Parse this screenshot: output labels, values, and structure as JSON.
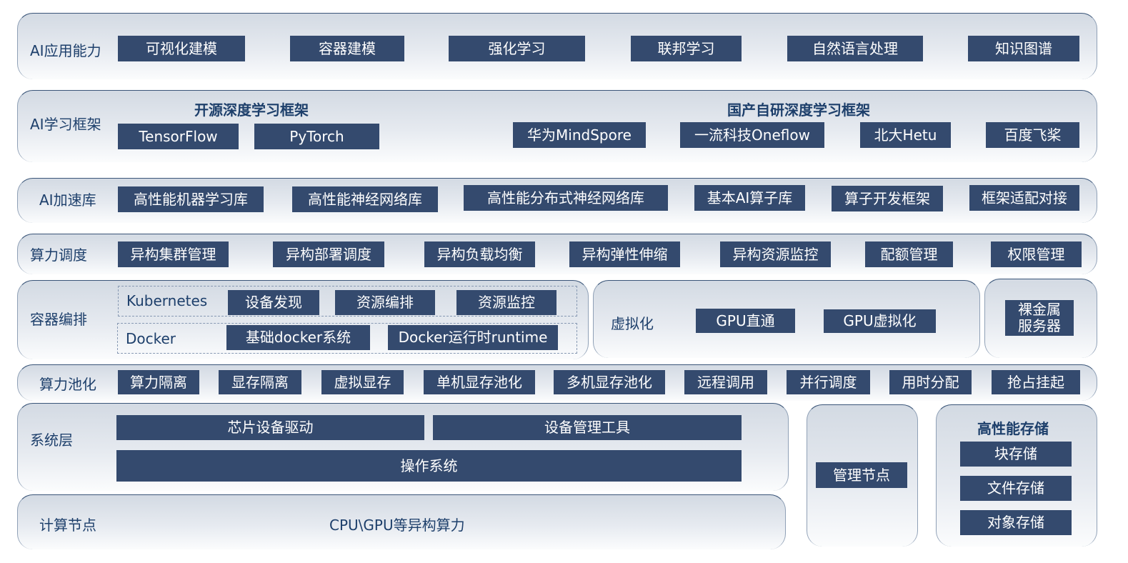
{
  "colors": {
    "box_bg": "#344a6e",
    "box_text": "#ffffff",
    "label_text": "#1d3f6b",
    "panel_top": "#d3dae3",
    "panel_bottom": "#fbfcfd"
  },
  "layers": {
    "ai_app": {
      "label": "AI应用能力",
      "items": [
        "可视化建模",
        "容器建模",
        "强化学习",
        "联邦学习",
        "自然语言处理",
        "知识图谱"
      ]
    },
    "ai_framework": {
      "label": "AI学习框架",
      "open_source": {
        "heading": "开源深度学习框架",
        "items": [
          "TensorFlow",
          "PyTorch"
        ]
      },
      "domestic": {
        "heading": "国产自研深度学习框架",
        "items": [
          "华为MindSpore",
          "一流科技Oneflow",
          "北大Hetu",
          "百度飞桨"
        ]
      }
    },
    "ai_accel": {
      "label": "AI加速库",
      "items": [
        "高性能机器学习库",
        "高性能神经网络库",
        "高性能分布式神经网络库",
        "基本AI算子库",
        "算子开发框架",
        "框架适配对接"
      ]
    },
    "scheduling": {
      "label": "算力调度",
      "items": [
        "异构集群管理",
        "异构部署调度",
        "异构负载均衡",
        "异构弹性伸缩",
        "异构资源监控",
        "配额管理",
        "权限管理"
      ]
    },
    "container": {
      "label": "容器编排",
      "kubernetes": {
        "label": "Kubernetes",
        "items": [
          "设备发现",
          "资源编排",
          "资源监控"
        ]
      },
      "docker": {
        "label": "Docker",
        "items": [
          "基础docker系统",
          "Docker运行时runtime"
        ]
      }
    },
    "virtualization": {
      "label": "虚拟化",
      "items": [
        "GPU直通",
        "GPU虚拟化"
      ]
    },
    "bare_metal": {
      "label": "裸金属服务器"
    },
    "pooling": {
      "label": "算力池化",
      "items": [
        "算力隔离",
        "显存隔离",
        "虚拟显存",
        "单机显存池化",
        "多机显存池化",
        "远程调用",
        "并行调度",
        "用时分配",
        "抢占挂起"
      ]
    },
    "system": {
      "label": "系统层",
      "items": [
        "芯片设备驱动",
        "设备管理工具",
        "操作系统"
      ]
    },
    "compute": {
      "label": "计算节点",
      "content": "CPU\\GPU等异构算力"
    },
    "management": {
      "label": "管理节点"
    },
    "storage": {
      "heading": "高性能存储",
      "items": [
        "块存储",
        "文件存储",
        "对象存储"
      ]
    }
  }
}
